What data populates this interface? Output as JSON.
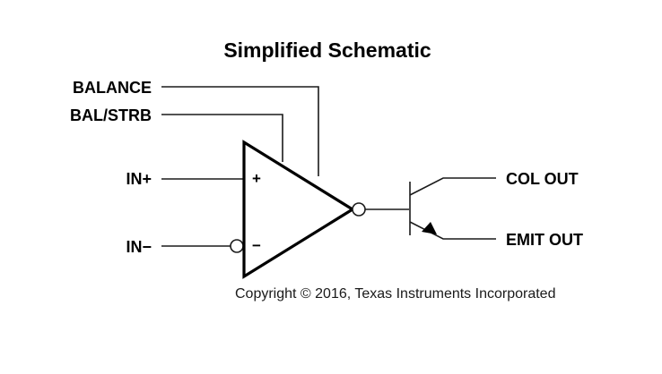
{
  "title": "Simplified Schematic",
  "pins": {
    "balance": "BALANCE",
    "bal_strb": "BAL/STRB",
    "in_plus": "IN+",
    "in_minus": "IN−",
    "col_out": "COL OUT",
    "emit_out": "EMIT OUT"
  },
  "comparator": {
    "plus_sign": "+",
    "minus_sign": "−"
  },
  "copyright": "Copyright © 2016, Texas Instruments Incorporated"
}
